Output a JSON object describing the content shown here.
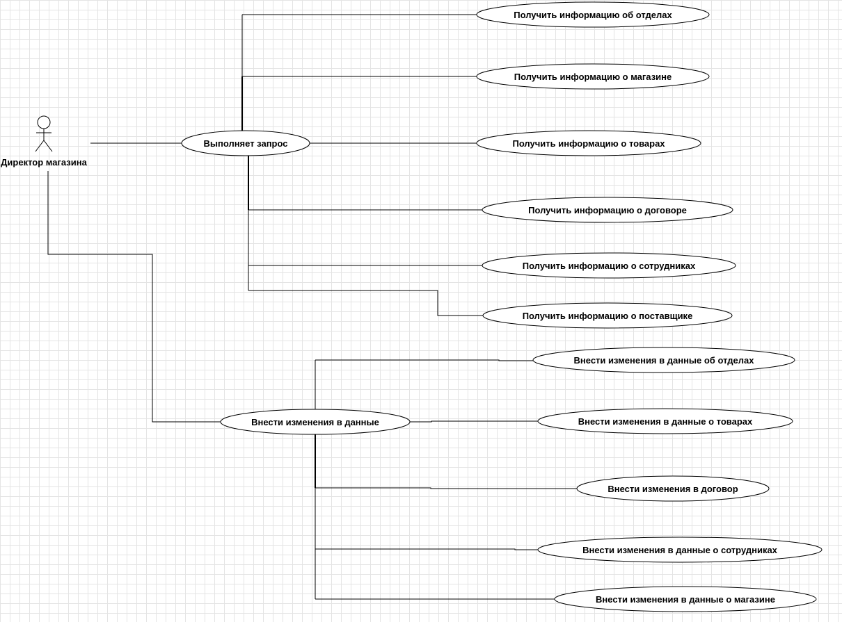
{
  "actor": {
    "label": "Директор магазина",
    "icon": "stick-figure-icon"
  },
  "query_group": {
    "main": "Выполняет запрос",
    "items": [
      "Получить информацию об отделах",
      "Получить информацию о магазине",
      "Получить информацию о товарах",
      "Получить информацию о договоре",
      "Получить информацию о сотрудниках",
      "Получить информацию о поставщике"
    ]
  },
  "edit_group": {
    "main": "Внести изменения в данные",
    "items": [
      "Внести изменения в данные об отделах",
      "Внести изменения в данные о товарах",
      "Внести изменения в договор",
      "Внести изменения в данные о сотрудниках",
      "Внести изменения в данные о магазине"
    ]
  }
}
